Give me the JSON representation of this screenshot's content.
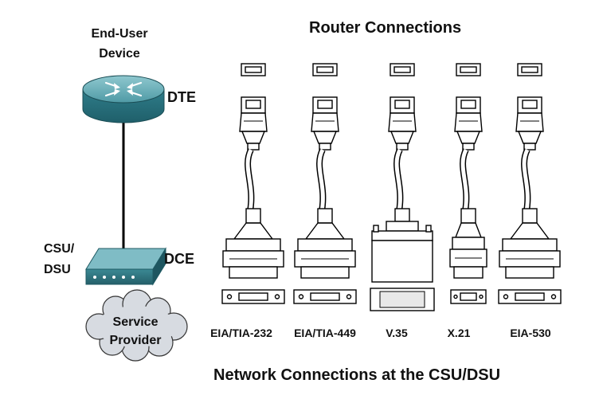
{
  "header": {
    "title": "Router Connections"
  },
  "end_user_device": {
    "label": "End-User Device",
    "role": "DTE"
  },
  "csu_dsu": {
    "label": "CSU/ DSU",
    "role": "DCE"
  },
  "service_provider": {
    "label": "Service Provider"
  },
  "cables": [
    {
      "label": "EIA/TIA-232"
    },
    {
      "label": "EIA/TIA-449"
    },
    {
      "label": "V.35"
    },
    {
      "label": "X.21"
    },
    {
      "label": "EIA-530"
    }
  ],
  "caption": "Network Connections at the CSU/DSU",
  "colors": {
    "router_body": "#3a8a96",
    "modem_body": "#3e8a95",
    "cloud_fill": "#d8dce2",
    "line": "#000000",
    "connector_fill": "#ffffff"
  }
}
